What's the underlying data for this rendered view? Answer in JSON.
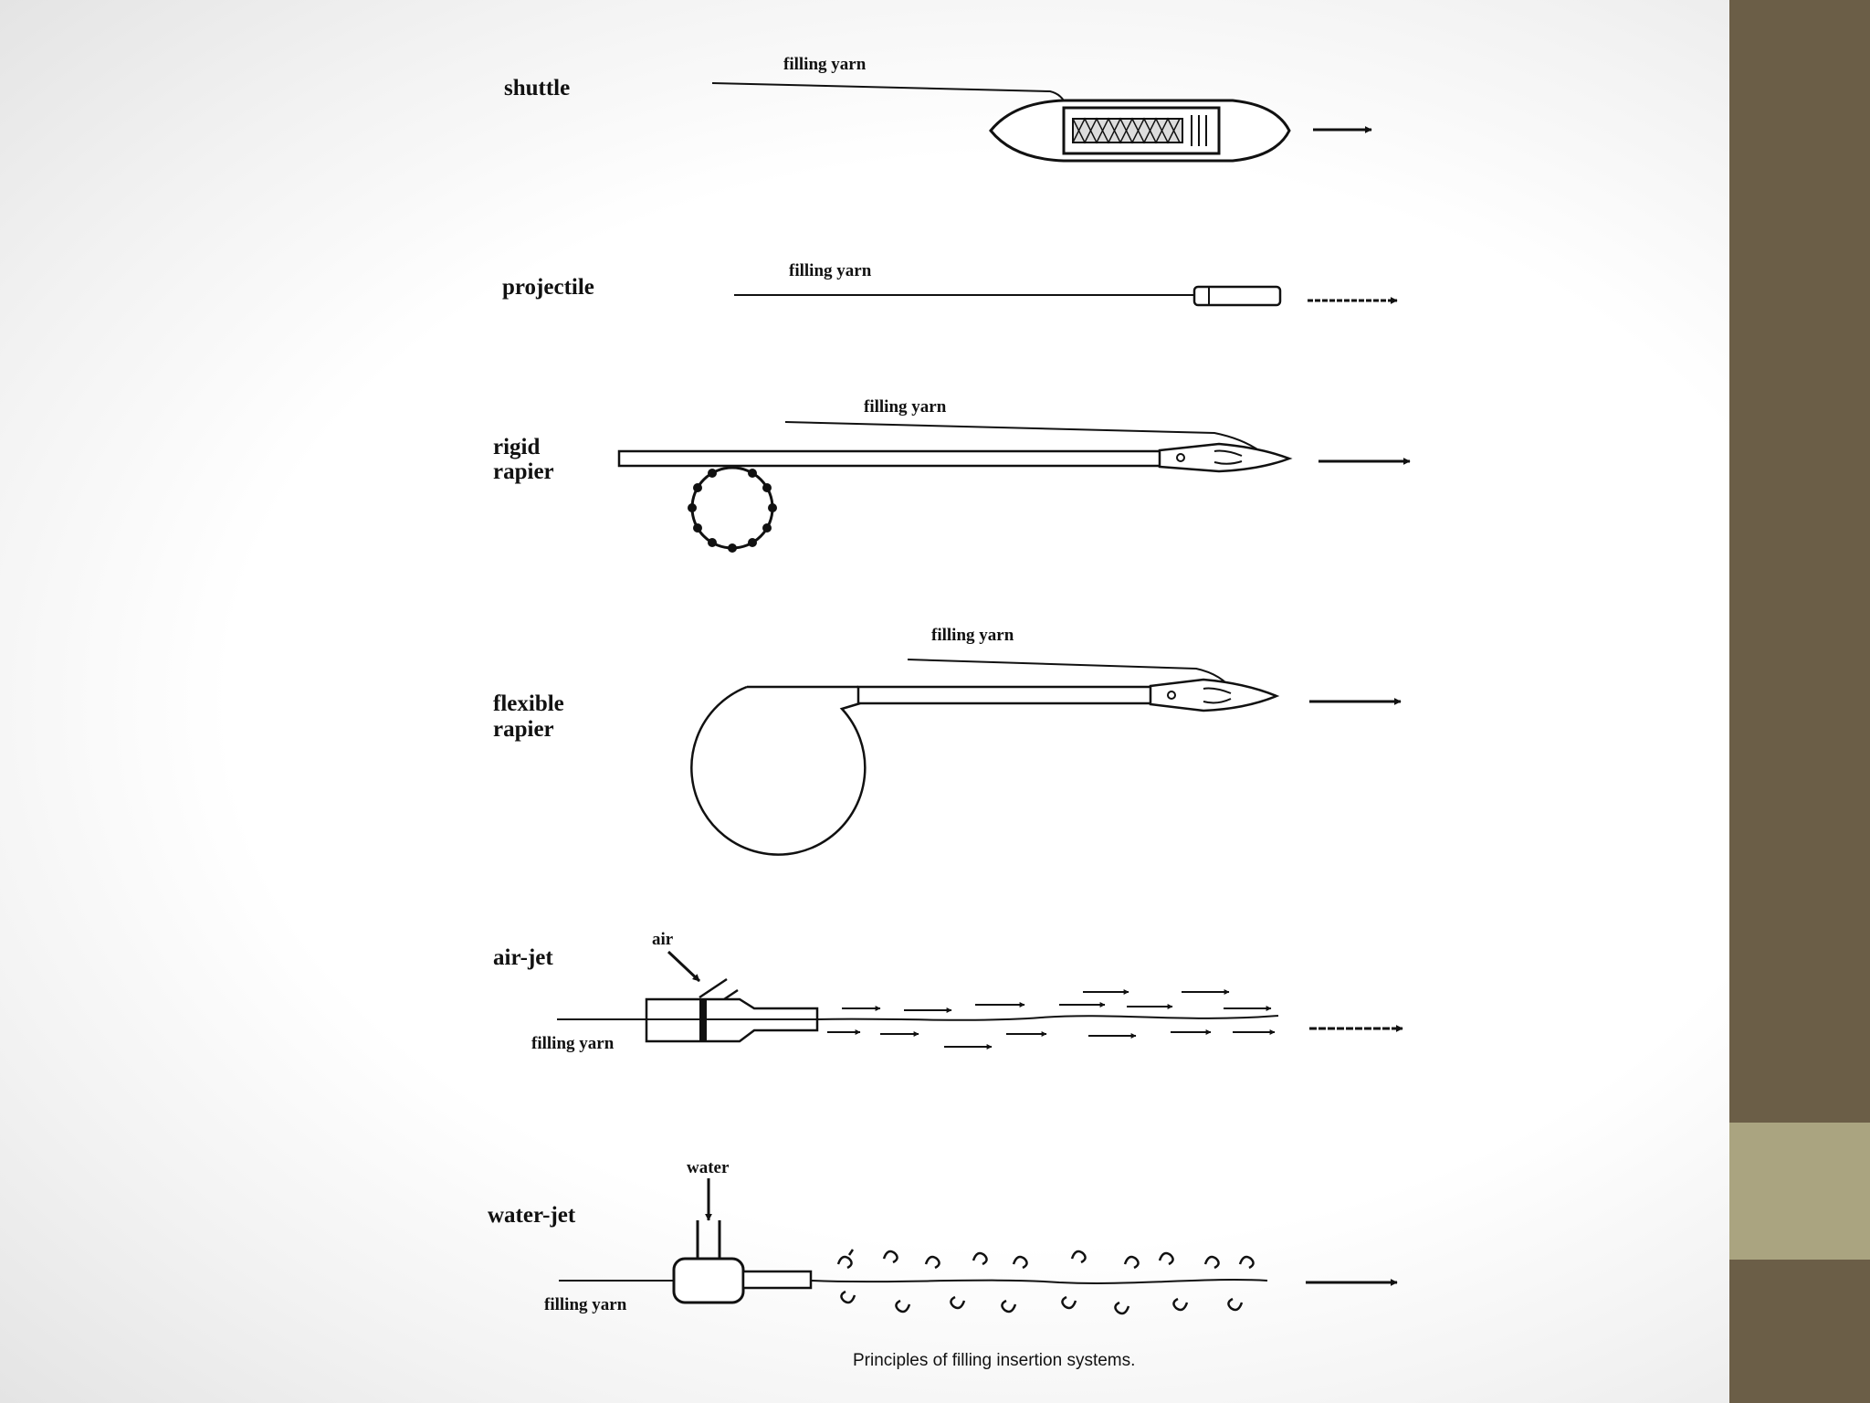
{
  "diagram": {
    "caption": "Principles of filling insertion systems.",
    "systems": [
      {
        "label": "shuttle",
        "yarn_label": "filling yarn"
      },
      {
        "label": "projectile",
        "yarn_label": "filling yarn"
      },
      {
        "label_lines": [
          "rigid",
          "rapier"
        ],
        "yarn_label": "filling yarn"
      },
      {
        "label_lines": [
          "flexible",
          "rapier"
        ],
        "yarn_label": "filling yarn"
      },
      {
        "label": "air-jet",
        "input_label": "air",
        "yarn_label": "filling yarn"
      },
      {
        "label": "water-jet",
        "input_label": "water",
        "yarn_label": "filling yarn"
      }
    ]
  },
  "colors": {
    "sidebar": "#6b5e47",
    "sidebar_accent": "#aaa480",
    "ink": "#111111"
  }
}
